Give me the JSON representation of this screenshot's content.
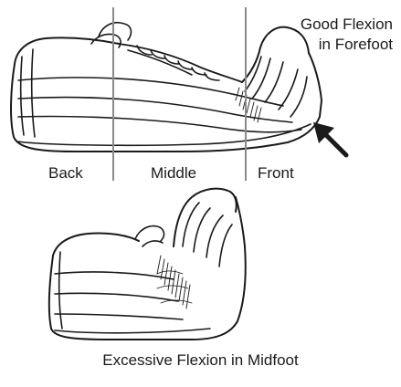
{
  "labels": {
    "good_flexion_line1": "Good Flexion",
    "good_flexion_line2": "in Forefoot",
    "back": "Back",
    "middle": "Middle",
    "front": "Front",
    "excessive_flexion": "Excessive Flexion in Midfoot"
  },
  "colors": {
    "ink": "#1a1a1a",
    "divider": "#8a8a8a",
    "background": "#ffffff"
  }
}
